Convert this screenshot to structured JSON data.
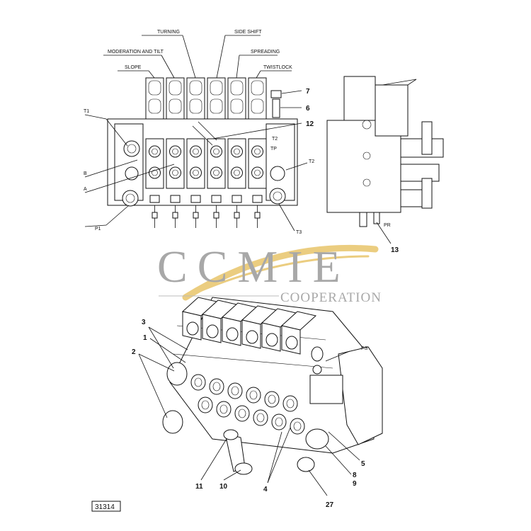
{
  "top_view": {
    "labels": {
      "turning": "TURNING",
      "side_shift": "SIDE SHIFT",
      "moderation_tilt": "MODERATION AND TILT",
      "spreading": "SPREADING",
      "slope": "SLOPE",
      "twistlock": "TWISTLOCK",
      "t1": "T1",
      "b": "B",
      "a": "A",
      "p1": "P1",
      "t2": "T2",
      "t3": "T3",
      "t2b": "T2",
      "tp": "TP"
    },
    "callouts": {
      "c7": "7",
      "c6": "6",
      "c12": "12"
    }
  },
  "side_view": {
    "labels": {
      "pr": "PR"
    },
    "callouts": {
      "c13": "13"
    }
  },
  "iso_view": {
    "labels": {
      "ps": "PS"
    },
    "callouts": {
      "c3": "3",
      "c1": "1",
      "c2": "2",
      "c5": "5",
      "c8": "8",
      "c9": "9",
      "c11": "11",
      "c10": "10",
      "c4": "4",
      "c27": "27"
    }
  },
  "watermark": {
    "brand": "CCMIE",
    "sub": "COOPERATION",
    "accent_color": "#e8c56a"
  },
  "figure_id": "31314"
}
